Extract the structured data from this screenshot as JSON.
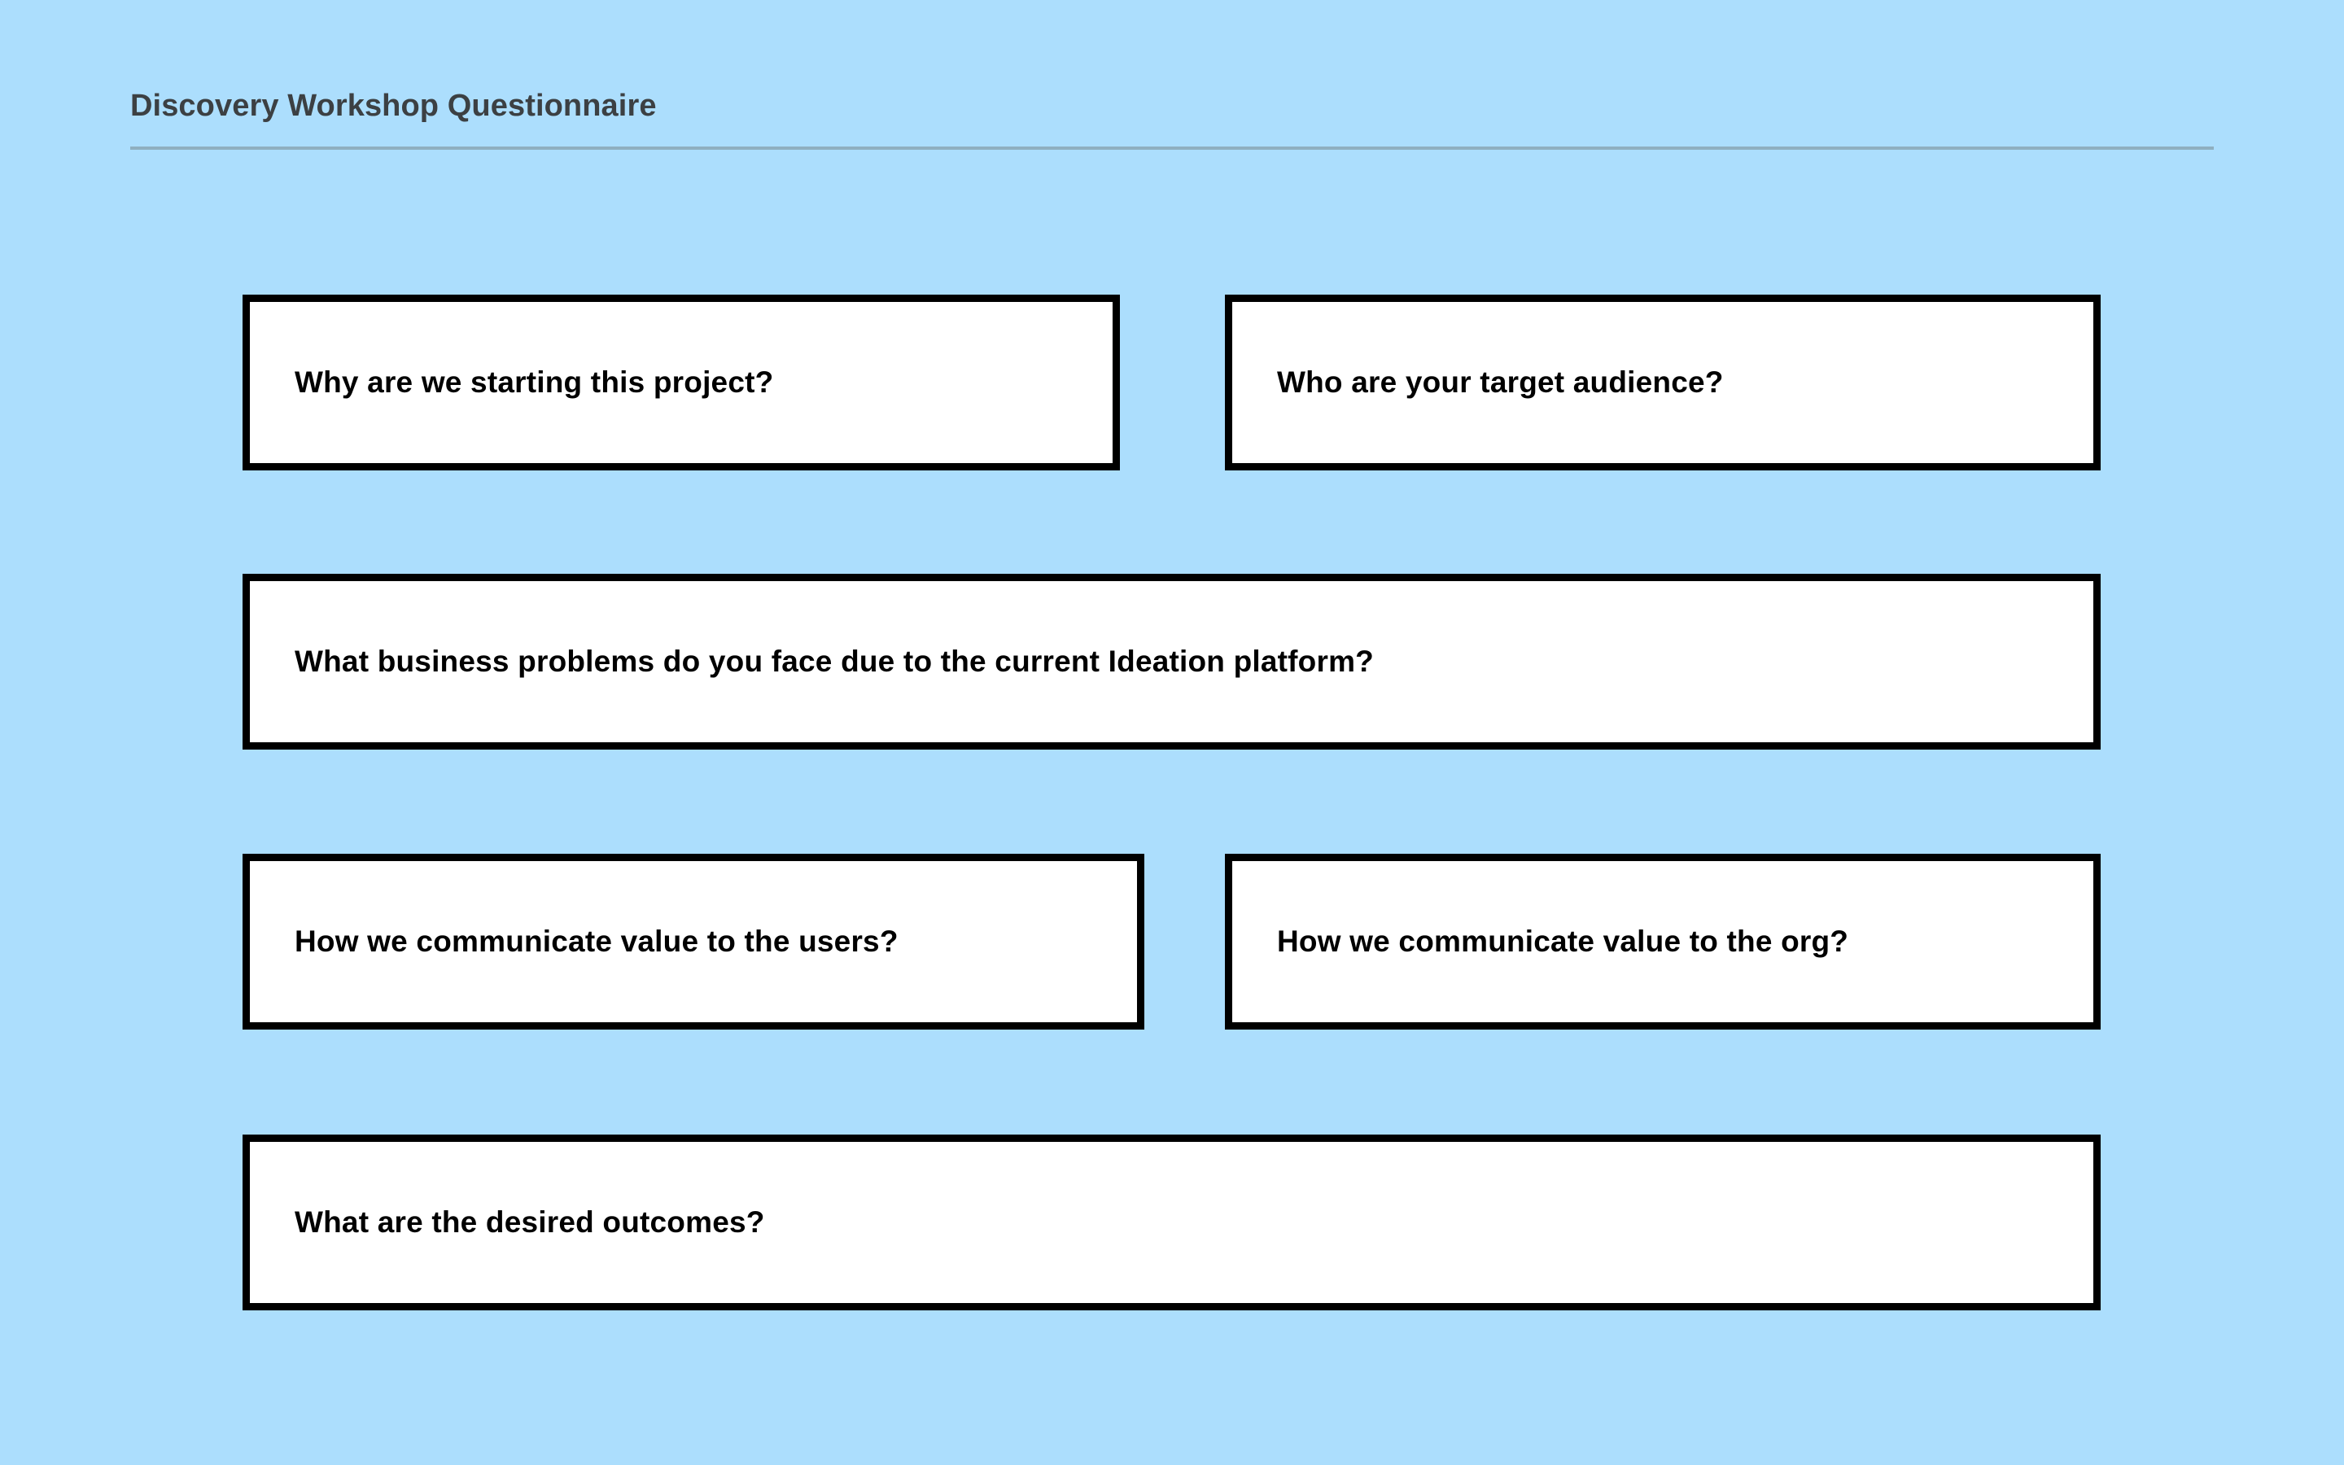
{
  "header": {
    "title": "Discovery Workshop Questionnaire"
  },
  "theme": {
    "background_color": "#ACDEFD",
    "card_fill": "#FFFFFF",
    "card_border_color": "#000000",
    "title_color": "#3C4043",
    "divider_color": "#8FAFC0",
    "question_text_color": "#000000"
  },
  "cards": [
    {
      "text": "Why are we starting this project?"
    },
    {
      "text": "Who are your target audience?"
    },
    {
      "text": "What business problems do you face due to the current Ideation platform?"
    },
    {
      "text": "How we communicate value to the users?"
    },
    {
      "text": "How we communicate value to the org?"
    },
    {
      "text": "What are the desired outcomes?"
    }
  ]
}
